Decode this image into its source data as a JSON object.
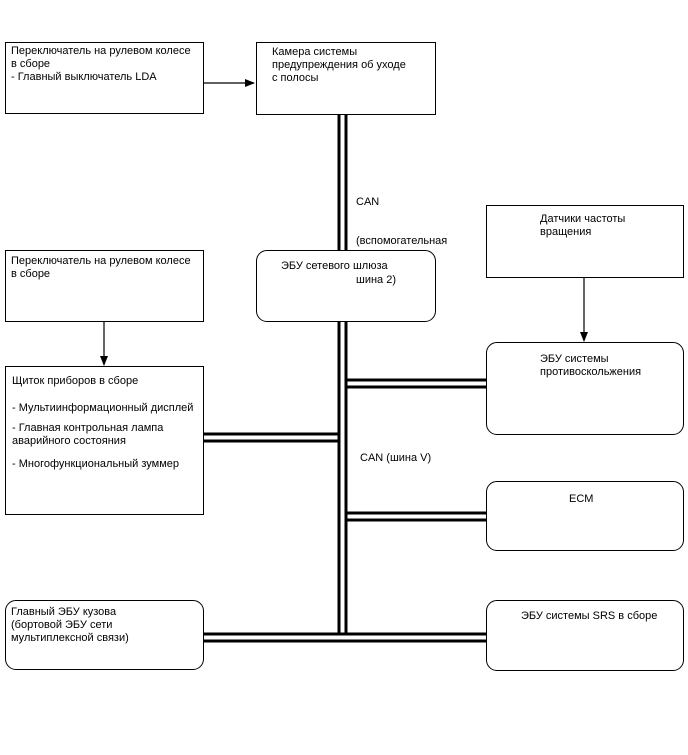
{
  "boxes": {
    "steering_switch_top": {
      "title": [
        "Переключатель на рулевом колесе",
        "в сборе"
      ],
      "items": [
        "- Главный выключатель LDA"
      ]
    },
    "lda_camera": {
      "title": [
        "Камера системы",
        "предупреждения об уходе",
        "с полосы"
      ]
    },
    "speed_sensors": {
      "title": [
        "Датчики частоты",
        "вращения"
      ]
    },
    "gateway_ecu": {
      "title": [
        "ЭБУ сетевого шлюза"
      ]
    },
    "steering_switch_mid": {
      "title": [
        "Переключатель на рулевом колесе",
        "в сборе"
      ]
    },
    "skid_control_ecu": {
      "title": [
        "ЭБУ системы",
        "противоскольжения"
      ]
    },
    "combination_meter": {
      "title": [
        "Щиток приборов в сборе"
      ],
      "items": [
        "- Мультиинформационный дисплей",
        "- Главная контрольная лампа",
        "аварийного состояния",
        "- Многофункциональный зуммер"
      ]
    },
    "ecm": {
      "title": [
        "ECM"
      ]
    },
    "main_body_ecu": {
      "title": [
        "Главный ЭБУ кузова",
        "(бортовой ЭБУ сети",
        "мультиплексной связи)"
      ]
    },
    "srs_ecu": {
      "title": [
        "ЭБУ системы SRS в сборе"
      ]
    }
  },
  "bus_labels": {
    "can_sub": [
      "CAN",
      "(вспомогательная",
      "шина 2)"
    ],
    "can_v": "CAN (шина V)"
  },
  "colors": {
    "line": "#000000",
    "background": "#ffffff"
  }
}
